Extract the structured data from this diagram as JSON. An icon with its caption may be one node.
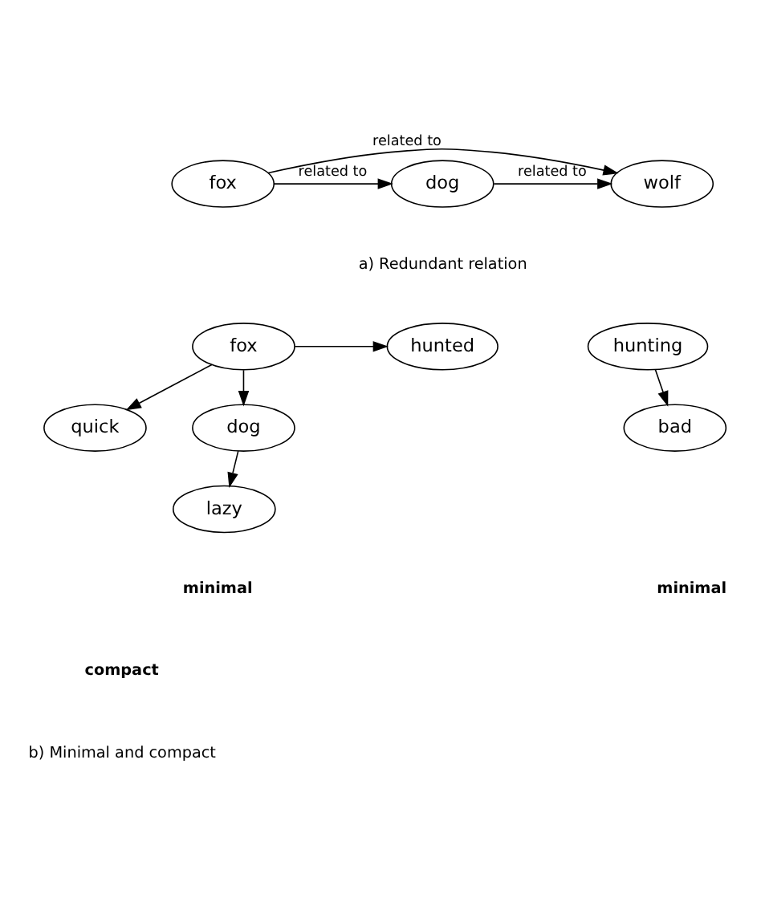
{
  "diagram": {
    "nodes": [
      {
        "text": [
          "fox"
        ]
      },
      {
        "text": [
          "dog"
        ]
      },
      {
        "text": [
          "wolf"
        ]
      },
      {
        "text": [
          "fox"
        ]
      },
      {
        "text": [
          "hunted"
        ]
      },
      {
        "text": [
          "hunting"
        ]
      },
      {
        "text": [
          "dog"
        ]
      },
      {
        "text": [
          "quick"
        ]
      },
      {
        "text": [
          "bad"
        ]
      },
      {
        "text": [
          "lazy"
        ]
      }
    ],
    "edges": [
      {
        "from": 0,
        "to": 2,
        "arrow": "to",
        "label": "related to"
      },
      {
        "from": 0,
        "to": 1,
        "arrow": "to",
        "label": "related to"
      },
      {
        "from": 1,
        "to": 2,
        "arrow": "to",
        "label": "related to"
      },
      {
        "from": 3,
        "to": 4,
        "arrow": "to"
      },
      {
        "from": 3,
        "to": 6,
        "arrow": "to"
      },
      {
        "from": 3,
        "to": 7,
        "arrow": "to"
      },
      {
        "from": 5,
        "to": 8,
        "arrow": "to"
      },
      {
        "from": 6,
        "to": 9,
        "arrow": "to"
      }
    ],
    "labels": [
      "a) Redundant relation",
      "minimal",
      "minimal",
      "compact",
      "b) Minimal and compact"
    ]
  }
}
